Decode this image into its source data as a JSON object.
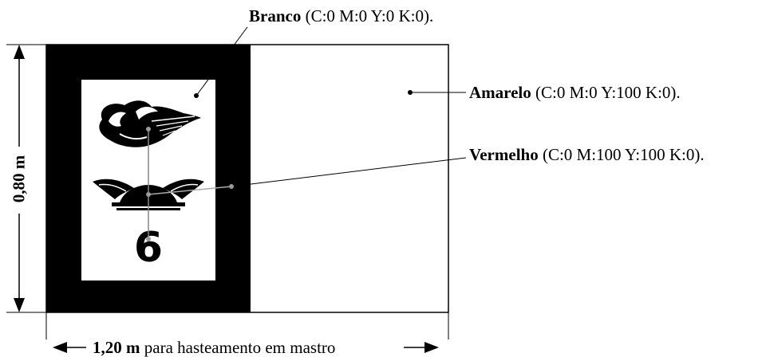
{
  "labels": {
    "branco": {
      "name": "Branco",
      "spec": "(C:0 M:0 Y:0 K:0)."
    },
    "amarelo": {
      "name": "Amarelo",
      "spec": "(C:0 M:0 Y:100 K:0)."
    },
    "vermelho": {
      "name": "Vermelho",
      "spec": "(C:0 M:100 Y:100 K:0)."
    }
  },
  "dimensions": {
    "height": "0,80 m",
    "width_value": "1,20 m",
    "width_note": "para hasteamento em mastro"
  },
  "emblem": {
    "number": "6"
  },
  "colors": {
    "ink": "#000000",
    "paper": "#ffffff"
  }
}
